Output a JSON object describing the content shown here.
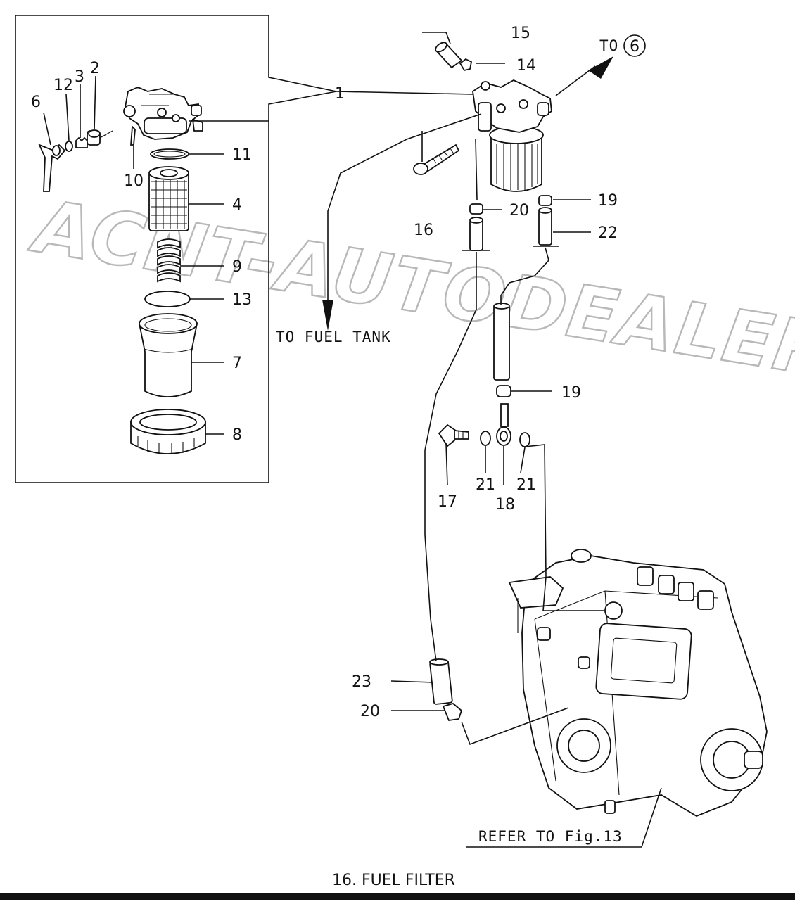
{
  "watermark": "ACNT-AUTODEALER.RU",
  "caption": "16. FUEL FILTER",
  "notes": {
    "to_fuel_tank": "TO FUEL TANK",
    "to_prefix": "TO",
    "to_ref": "6",
    "refer_fig": "REFER TO Fig.13"
  },
  "callouts": {
    "c1": "1",
    "c2": "2",
    "c3": "3",
    "c4": "4",
    "c6": "6",
    "c7": "7",
    "c8": "8",
    "c9": "9",
    "c10": "10",
    "c11": "11",
    "c12": "12",
    "c13": "13",
    "c14": "14",
    "c15": "15",
    "c16": "16",
    "c17": "17",
    "c18": "18",
    "c19a": "19",
    "c19b": "19",
    "c20a": "20",
    "c20b": "20",
    "c21a": "21",
    "c21b": "21",
    "c22": "22",
    "c23": "23"
  }
}
